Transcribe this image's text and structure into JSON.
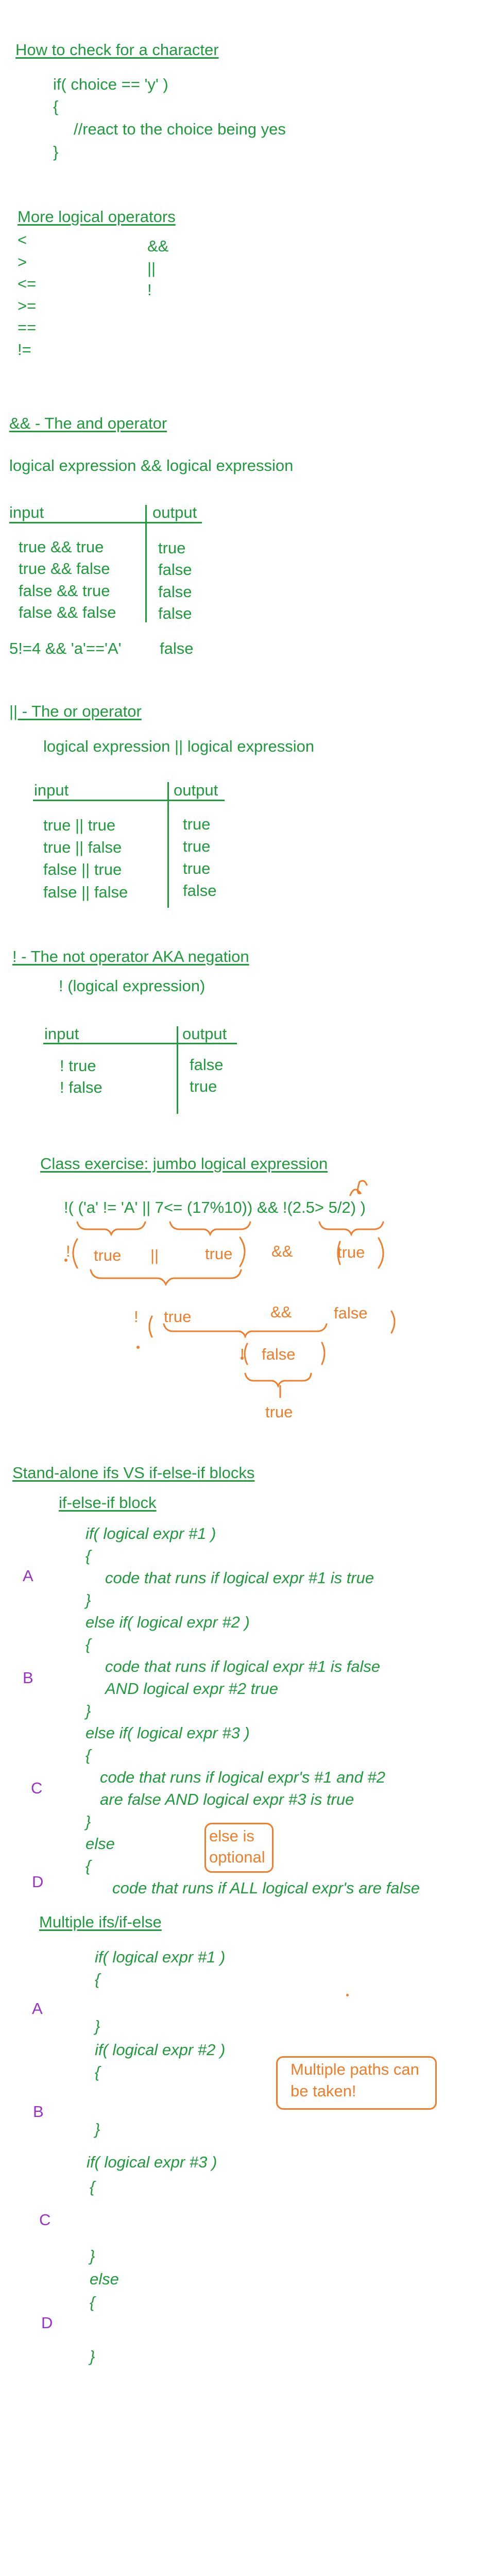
{
  "sections": {
    "char_check": {
      "heading": "How to check for a character",
      "lines": [
        "if( choice == 'y' )",
        "{",
        "//react to the choice being yes",
        "}"
      ]
    },
    "more_ops": {
      "heading": "More logical operators",
      "relational": [
        "<",
        ">",
        "<=",
        ">=",
        "==",
        "!="
      ],
      "logical": [
        "&&",
        "||",
        "!"
      ]
    },
    "and_op": {
      "heading": "&& - The and operator",
      "expression": "logical expression  && logical expression",
      "table_headers": [
        "input",
        "output"
      ],
      "rows": [
        [
          "true && true",
          "true"
        ],
        [
          "true && false",
          "false"
        ],
        [
          "false && true",
          "false"
        ],
        [
          "false && false",
          "false"
        ]
      ],
      "example": "5!=4 && 'a'=='A'",
      "example_result": "false"
    },
    "or_op": {
      "heading": "|| - The or operator",
      "expression": "logical expression || logical expression",
      "table_headers": [
        "input",
        "output"
      ],
      "rows": [
        [
          "true  ||  true",
          "true"
        ],
        [
          "true  ||  false",
          "true"
        ],
        [
          "false  ||  true",
          "true"
        ],
        [
          "false  ||  false",
          "false"
        ]
      ]
    },
    "not_op": {
      "heading": "!  - The not operator AKA negation",
      "expression": "! (logical expression)",
      "table_headers": [
        "input",
        "output"
      ],
      "rows": [
        [
          "! true",
          "false"
        ],
        [
          "! false",
          "true"
        ]
      ]
    },
    "exercise": {
      "heading": "Class exercise: jumbo logical expression",
      "expression": "!( ('a' != 'A' || 7<= (17%10)) && !(2.5> 5/2) )",
      "step1": [
        "true",
        "||",
        "true",
        "&&",
        "true"
      ],
      "step2": [
        "true",
        "&&",
        "false"
      ],
      "step3": "false",
      "final": "true",
      "annotation_marks": [
        "!",
        "!",
        "!"
      ]
    },
    "ifs": {
      "heading": "Stand-alone ifs VS if-else-if blocks",
      "subheading": "if-else-if block",
      "code": [
        "if( logical expr #1 )",
        "{",
        "code that runs if logical expr #1 is true",
        "}",
        "else if( logical expr #2 )",
        "{",
        "code that runs if logical expr #1 is false",
        "AND logical expr #2 true",
        "}",
        "else if( logical expr #3 )",
        "{",
        "code that runs if logical expr's #1 and #2",
        "are false AND logical expr #3 is true",
        "}",
        "else",
        "{",
        "code that runs if ALL logical expr's are false"
      ],
      "labels": [
        "A",
        "B",
        "C",
        "D"
      ],
      "note": [
        "else is",
        "optional"
      ]
    },
    "multi": {
      "subheading": "Multiple ifs/if-else",
      "code": [
        "if( logical expr #1 )",
        "{",
        "}",
        "if( logical expr #2 )",
        "{",
        "}",
        "if( logical expr #3 )",
        "{",
        "}",
        "else",
        "{",
        "}"
      ],
      "labels": [
        "A",
        "B",
        "C",
        "D"
      ],
      "note": [
        "Multiple paths can",
        "be taken!"
      ]
    }
  },
  "colors": {
    "ink": "#1f9a3d",
    "orange": "#f07d2a",
    "purple": "#9b30c9"
  }
}
